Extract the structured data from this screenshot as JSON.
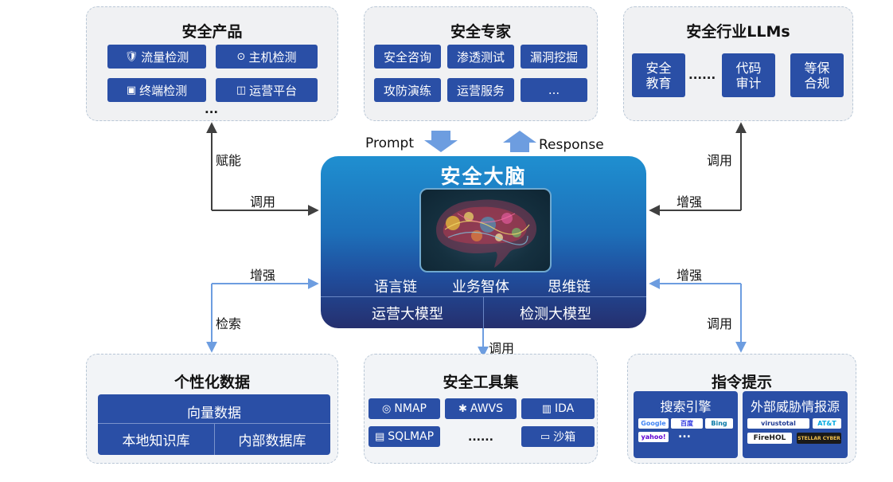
{
  "top_left": {
    "title": "安全产品",
    "chips": [
      "流量检测",
      "主机检测",
      "终端检测",
      "运营平台"
    ],
    "ellipsis": "..."
  },
  "top_middle": {
    "title": "安全专家",
    "chips": [
      "安全咨询",
      "渗透测试",
      "漏洞挖掘",
      "攻防演练",
      "运营服务",
      "..."
    ]
  },
  "top_right": {
    "title": "安全行业LLMs",
    "cards": [
      "安全\n教育",
      "代码\n审计",
      "等保\n合规"
    ],
    "dots": "......"
  },
  "flow": {
    "prompt": "Prompt",
    "response": "Response",
    "left_enable": "赋能",
    "left_call": "调用",
    "right_call_top": "调用",
    "right_enhance_top": "增强",
    "left_enhance": "增强",
    "left_retrieve": "检索",
    "right_enhance_bottom": "增强",
    "right_call_bottom": "调用",
    "center_call": "调用"
  },
  "brain": {
    "title": "安全大脑",
    "row1": [
      "语言链",
      "业务智体",
      "思维链"
    ],
    "row2": [
      "运营大模型",
      "检测大模型"
    ]
  },
  "bottom_left": {
    "title": "个性化数据",
    "header": "向量数据",
    "cells": [
      "本地知识库",
      "内部数据库"
    ]
  },
  "bottom_middle": {
    "title": "安全工具集",
    "tools": [
      "NMAP",
      "AWVS",
      "IDA",
      "SQLMAP",
      "沙箱"
    ],
    "dots": "......"
  },
  "bottom_right": {
    "title": "指令提示",
    "search": {
      "title": "搜索引擎",
      "logos": [
        "Google",
        "百度",
        "Bing",
        "yahoo!"
      ],
      "more": "..."
    },
    "intel": {
      "title": "外部威胁情报源",
      "logos": [
        "virustotal",
        "AT&T",
        "FireHOL",
        "STELLAR CYBER"
      ]
    }
  },
  "colors": {
    "chip": "#2a4fa6",
    "arrow_dark": "#404040",
    "arrow_blue": "#6d9de0",
    "panel_bg": "#f0f1f3"
  }
}
